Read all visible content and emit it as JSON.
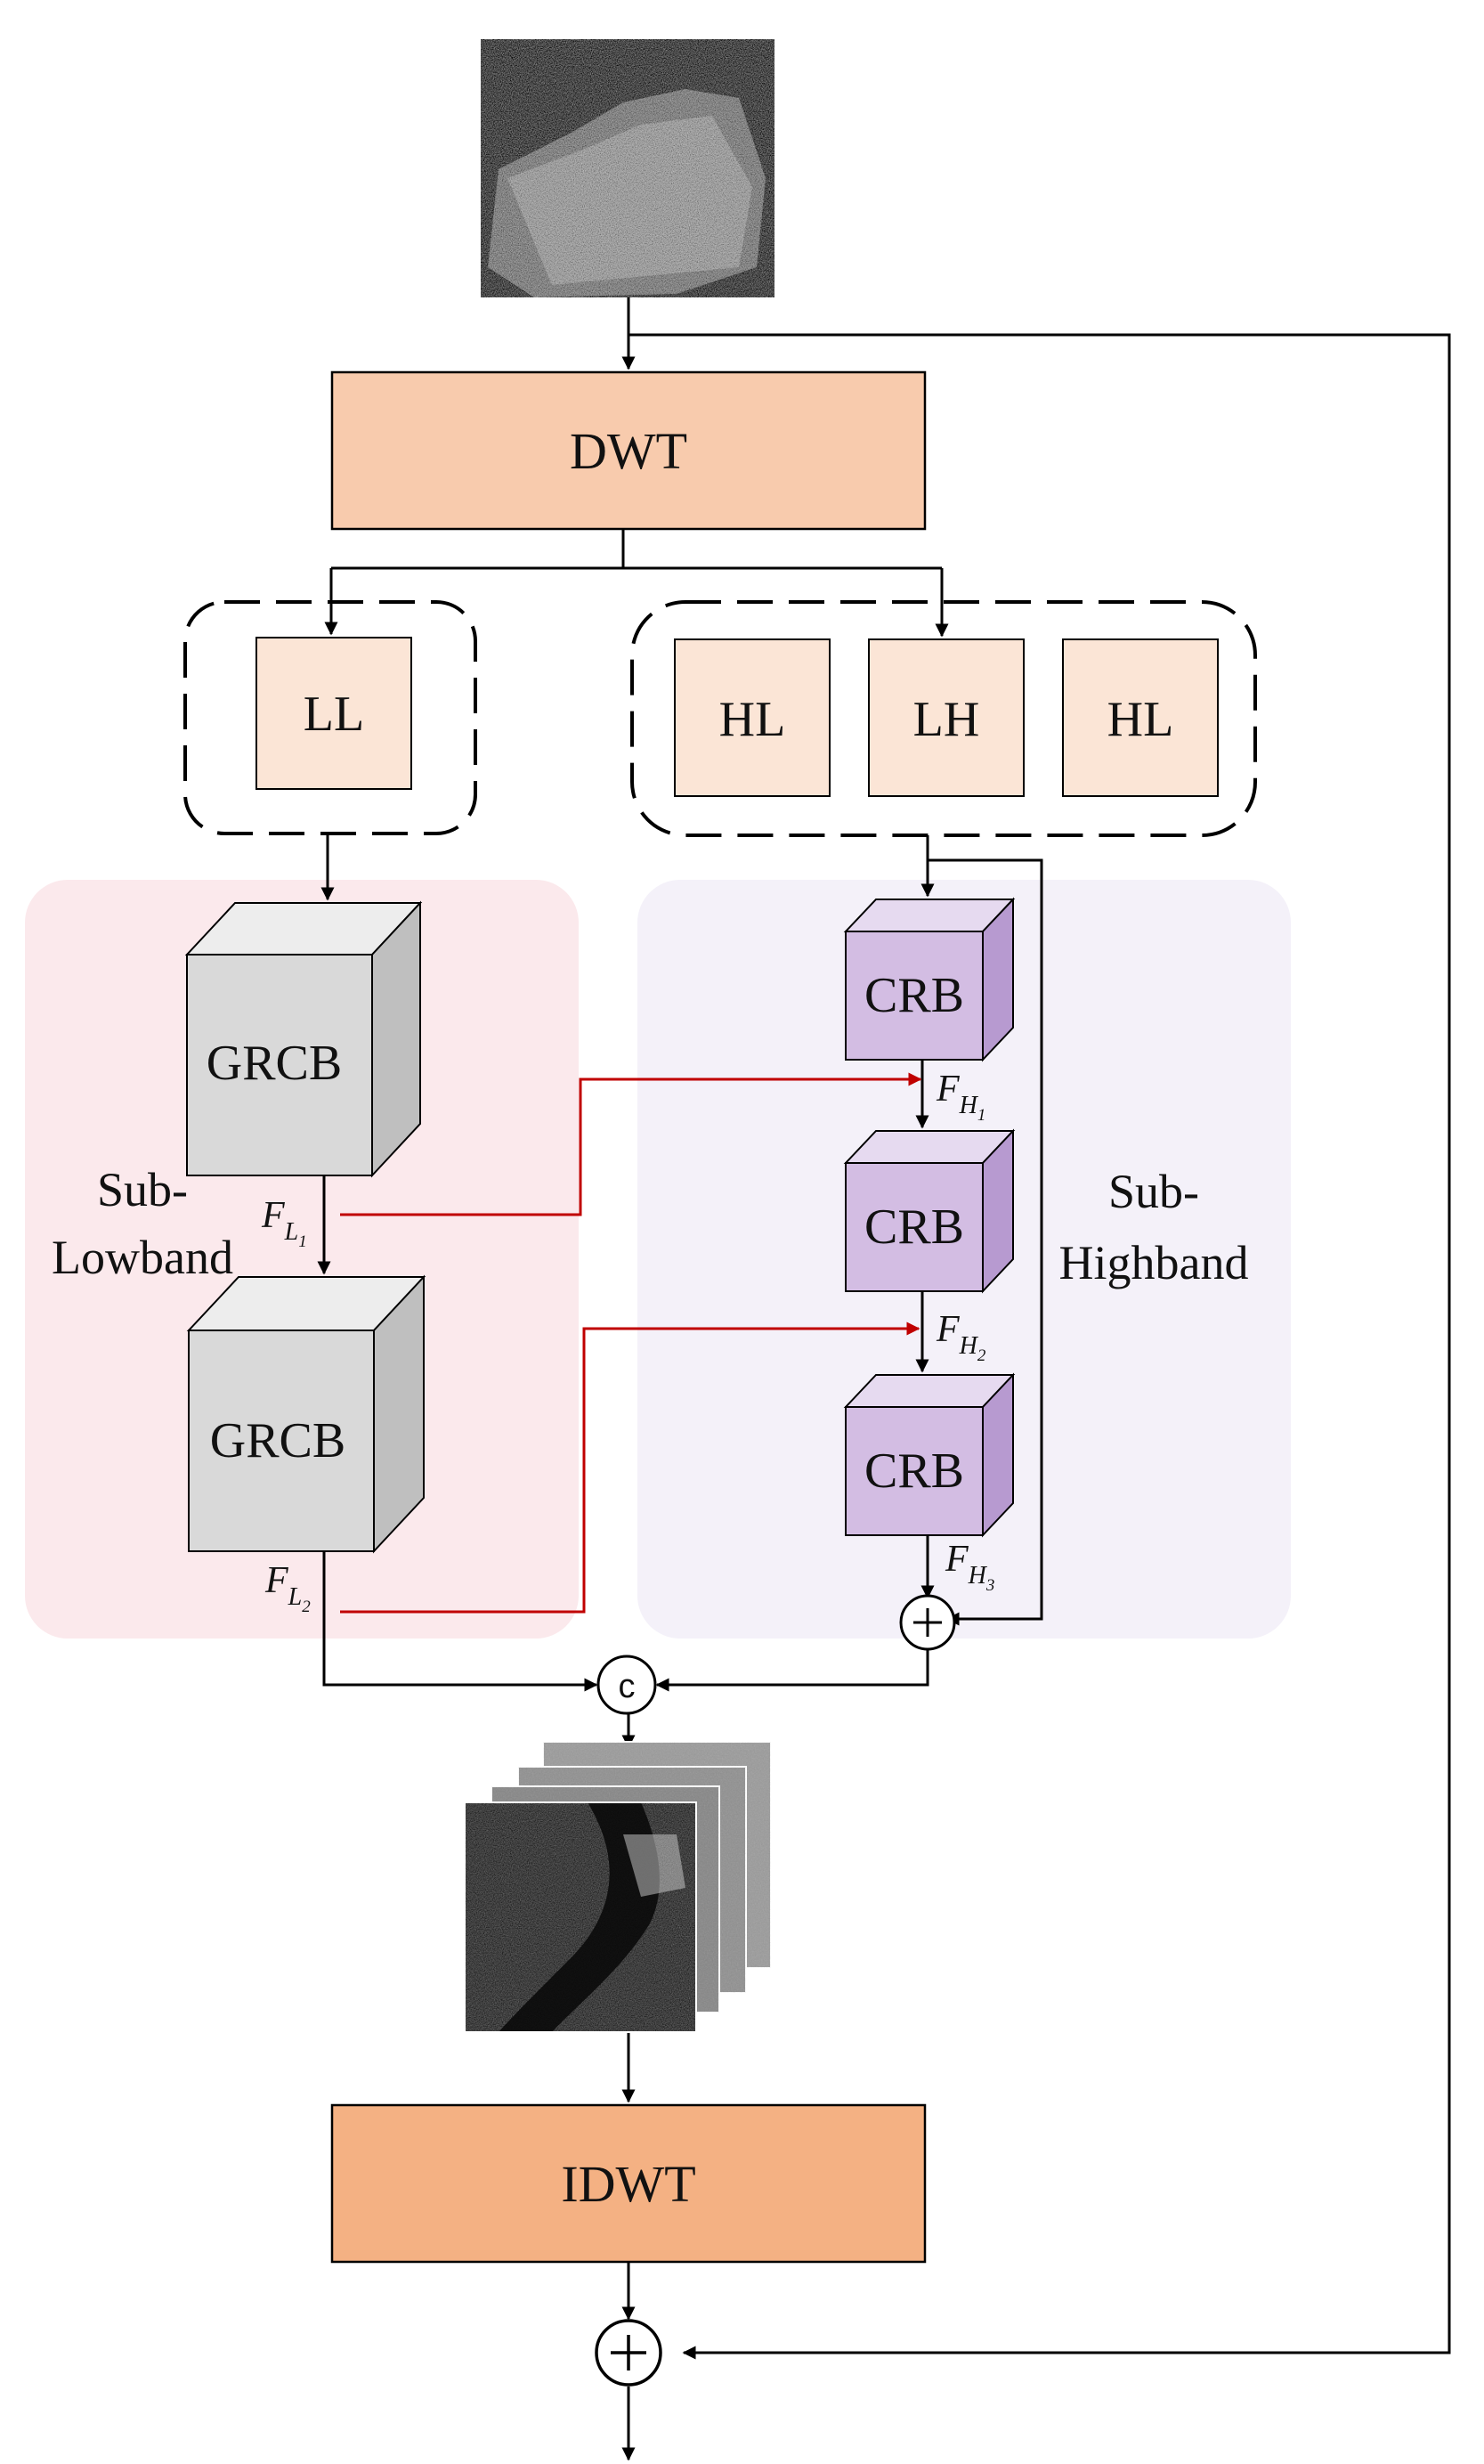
{
  "blocks": {
    "dwt": "DWT",
    "idwt": "IDWT",
    "ll": "LL",
    "hl_left": "HL",
    "lh": "LH",
    "hl_right": "HL",
    "grcb_1": "GRCB",
    "grcb_2": "GRCB",
    "crb_1": "CRB",
    "crb_2": "CRB",
    "crb_3": "CRB"
  },
  "regions": {
    "lowband_line1": "Sub-",
    "lowband_line2": "Lowband",
    "highband_line1": "Sub-",
    "highband_line2": "Highband"
  },
  "features": {
    "fl1": {
      "main": "F",
      "sub": "L",
      "subsub": "1"
    },
    "fl2": {
      "main": "F",
      "sub": "L",
      "subsub": "2"
    },
    "fh1": {
      "main": "F",
      "sub": "H",
      "subsub": "1"
    },
    "fh2": {
      "main": "F",
      "sub": "H",
      "subsub": "2"
    },
    "fh3": {
      "main": "F",
      "sub": "H",
      "subsub": "3"
    }
  },
  "operators": {
    "concat": "c"
  },
  "colors": {
    "dwt_fill": "#f8cbad",
    "idwt_fill": "#f4b183",
    "subband_fill": "#fbe5d6",
    "lowband_bg": "#fbe9ec",
    "highband_bg": "#f4f1f9",
    "grcb_front": "#d9d9d9",
    "grcb_top": "#ededed",
    "grcb_side": "#bfbfbf",
    "crb_front": "#d3bde3",
    "crb_top": "#e6daf0",
    "crb_side": "#b79ad0",
    "red_line": "#c00000"
  }
}
